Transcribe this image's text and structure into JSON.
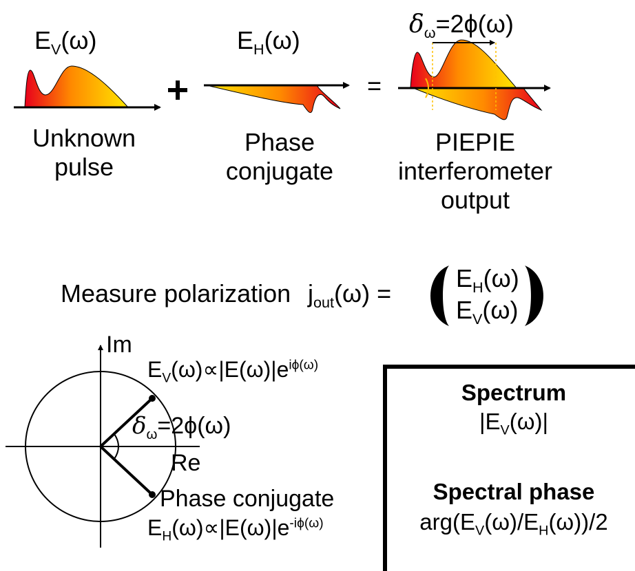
{
  "colors": {
    "pulse_start": "#e8001c",
    "pulse_mid": "#ff8a00",
    "pulse_end": "#ffe600",
    "stroke": "#000000"
  },
  "top": {
    "ev_sym": "E",
    "ev_sub": "V",
    "ev_arg": "(ω)",
    "eh_sym": "E",
    "eh_sub": "H",
    "eh_arg": "(ω)",
    "plus": "+",
    "equals": "=",
    "delta_sym": "δ",
    "delta_sub": "ω",
    "delta_rhs": "=2ϕ(ω)",
    "label1_l1": "Unknown",
    "label1_l2": "pulse",
    "label2_l1": "Phase",
    "label2_l2": "conjugate",
    "label3_l1": "PIEPIE",
    "label3_l2": "interferometer",
    "label3_l3": "output"
  },
  "measure": {
    "text": "Measure polarization",
    "j_sym": "j",
    "j_sub": "out",
    "j_rhs": "(ω) =",
    "m1_sym": "E",
    "m1_sub": "H",
    "m1_arg": "(ω)",
    "m2_sym": "E",
    "m2_sub": "V",
    "m2_arg": "(ω)"
  },
  "phasor": {
    "im": "Im",
    "re": "Re",
    "ev_sym": "E",
    "ev_sub": "V",
    "ev_mid": "(ω)∝|E(ω)|e",
    "ev_exp": "iϕ(ω)",
    "delta_sym": "δ",
    "delta_sub": "ω",
    "delta_rhs": "=2ϕ(ω)",
    "conj_label": "Phase conjugate",
    "eh_sym": "E",
    "eh_sub": "H",
    "eh_mid": "(ω)∝|E(ω)|e",
    "eh_exp": "-iϕ(ω)"
  },
  "box": {
    "spectrum_title": "Spectrum",
    "spectrum_pre": "|E",
    "spectrum_sub": "V",
    "spectrum_post": "(ω)|",
    "phase_title": "Spectral phase",
    "phase_pre": "arg(E",
    "phase_sub1": "V",
    "phase_mid": "(ω)/E",
    "phase_sub2": "H",
    "phase_post": "(ω))/2"
  }
}
